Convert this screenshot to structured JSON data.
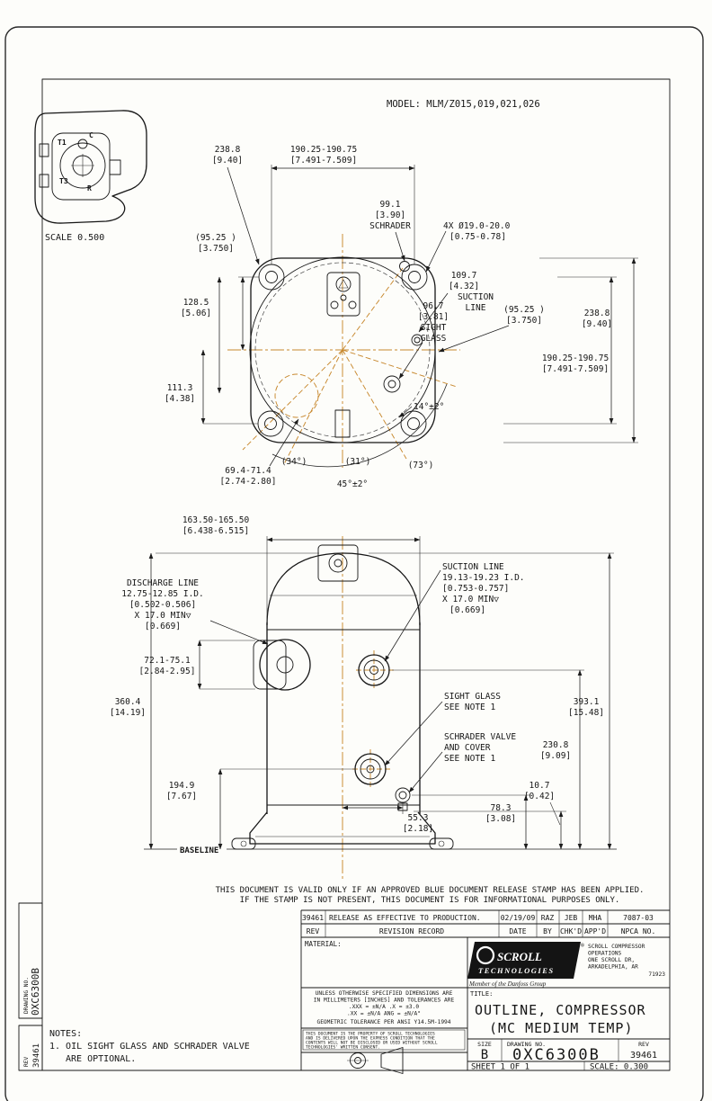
{
  "sheet": {
    "model_label": "MODEL: MLM/Z015,019,021,026",
    "validity_line1": "THIS DOCUMENT IS VALID ONLY IF AN APPROVED BLUE DOCUMENT RELEASE STAMP HAS BEEN APPLIED.",
    "validity_line2": "IF THE STAMP IS NOT PRESENT, THIS DOCUMENT IS FOR INFORMATIONAL PURPOSES ONLY."
  },
  "detail_view": {
    "scale": "SCALE 0.500",
    "term_c": "C",
    "term_t1": "T1",
    "term_t3": "T3",
    "term_r": "R"
  },
  "top_view": {
    "dim_width": [
      "238.8",
      "[9.40]"
    ],
    "dim_bolt_span_top": [
      "190.25-190.75",
      "[7.491-7.509]"
    ],
    "schrader": [
      "99.1",
      "[3.90]",
      "SCHRADER"
    ],
    "bolt_holes": [
      "4X Ø19.0-20.0",
      "[0.75-0.78]"
    ],
    "half_span_left": [
      "(95.25 )",
      "[3.750]"
    ],
    "dim_128": [
      "128.5",
      "[5.06]"
    ],
    "dim_111": [
      "111.3",
      "[4.38]"
    ],
    "suction": [
      "109.7",
      "[4.32]",
      "SUCTION",
      "LINE"
    ],
    "sight_glass": [
      "96.7",
      "[3.81]",
      "SIGHT",
      "GLASS"
    ],
    "half_span_right": [
      "(95.25 )",
      "[3.750]"
    ],
    "dim_height": [
      "238.8",
      "[9.40]"
    ],
    "dim_bolt_span_right": [
      "190.25-190.75",
      "[7.491-7.509]"
    ],
    "angle_14": "14°±2°",
    "dim_69": [
      "69.4-71.4",
      "[2.74-2.80]"
    ],
    "angle_34": "(34°)",
    "angle_31": "(31°)",
    "angle_73": "(73°)",
    "angle_45": "45°±2°"
  },
  "side_view": {
    "dim_top": [
      "163.50-165.50",
      "[6.438-6.515]"
    ],
    "discharge": [
      "DISCHARGE LINE",
      "12.75-12.85 I.D.",
      "[0.502-0.506]",
      "X 17.0 MIN▽",
      "[0.669]"
    ],
    "suction": [
      "SUCTION LINE",
      "19.13-19.23 I.D.",
      "[0.753-0.757]",
      "X 17.0 MIN▽",
      "[0.669]"
    ],
    "dim_72": [
      "72.1-75.1",
      "[2.84-2.95]"
    ],
    "dim_360": [
      "360.4",
      "[14.19]"
    ],
    "sight_glass": [
      "SIGHT GLASS",
      "SEE NOTE 1"
    ],
    "schrader": [
      "SCHRADER VALVE",
      "AND COVER",
      "SEE NOTE 1"
    ],
    "dim_393": [
      "393.1",
      "[15.48]"
    ],
    "dim_230": [
      "230.8",
      "[9.09]"
    ],
    "dim_194": [
      "194.9",
      "[7.67]"
    ],
    "dim_10": [
      "10.7",
      "[0.42]"
    ],
    "dim_78": [
      "78.3",
      "[3.08]"
    ],
    "dim_55": [
      "55.3",
      "[2.18]"
    ],
    "baseline": "BASELINE"
  },
  "notes": {
    "header": "NOTES:",
    "line1": "1. OIL SIGHT GLASS AND SCHRADER VALVE",
    "line2": "ARE OPTIONAL."
  },
  "edge_strip": {
    "drawing_no_label": "DRAWING NO.",
    "drawing_no_value": "0XC6300B",
    "rev_label": "REV",
    "rev_value": "39461"
  },
  "title_block": {
    "revision_entry": {
      "rev": "39461",
      "description": "RELEASE AS EFFECTIVE TO PRODUCTION.",
      "date": "02/19/09",
      "by": "RAZ",
      "chkd": "JEB",
      "appd": "MHA",
      "npca": "7087-03"
    },
    "revision_header": {
      "rev": "REV",
      "description": "REVISION RECORD",
      "date": "DATE",
      "by": "BY",
      "chkd": "CHK'D",
      "appd": "APP'D",
      "npca": "NPCA NO."
    },
    "material_label": "MATERIAL:",
    "company": {
      "logo_line1": "SCROLL",
      "logo_line2": "TECHNOLOGIES",
      "registered": "®",
      "member_line": "Member of the Danfoss Group",
      "address": [
        "SCROLL COMPRESSOR",
        "OPERATIONS",
        "ONE SCROLL DR,",
        "ARKADELPHIA, AR",
        "71923"
      ]
    },
    "tolerance_block": [
      "UNLESS OTHERWISE SPECIFIED DIMENSIONS ARE",
      "IN MILLIMETERS [INCHES] AND TOLERANCES ARE",
      ".XXX = ±N/A  .X = ±3.0",
      ".XX = ±N/A  ANG = ±N/A°",
      "GEOMETRIC TOLERANCE PER ANSI Y14.5M-1994"
    ],
    "property_note": [
      "THIS DOCUMENT IS THE PROPERTY OF SCROLL TECHNOLOGIES",
      "AND IS DELIVERED UPON THE EXPRESS CONDITION THAT THE",
      "CONTENTS WILL NOT BE DISCLOSED OR USED WITHOUT SCROLL",
      "TECHNOLOGIES' WRITTEN CONSENT."
    ],
    "title_label": "TITLE:",
    "title_line1": "OUTLINE, COMPRESSOR",
    "title_line2": "(MC MEDIUM TEMP)",
    "size_label": "SIZE",
    "size_value": "B",
    "drawing_no_label": "DRAWING NO.",
    "drawing_no_value": "0XC6300B",
    "rev_label": "REV",
    "rev_value": "39461",
    "sheet_label": "SHEET 1 OF 1",
    "scale_label": "SCALE: 0.300"
  },
  "colors": {
    "line": "#1c1c1c",
    "centerline": "#c8892f",
    "background": "#fdfdfa"
  }
}
